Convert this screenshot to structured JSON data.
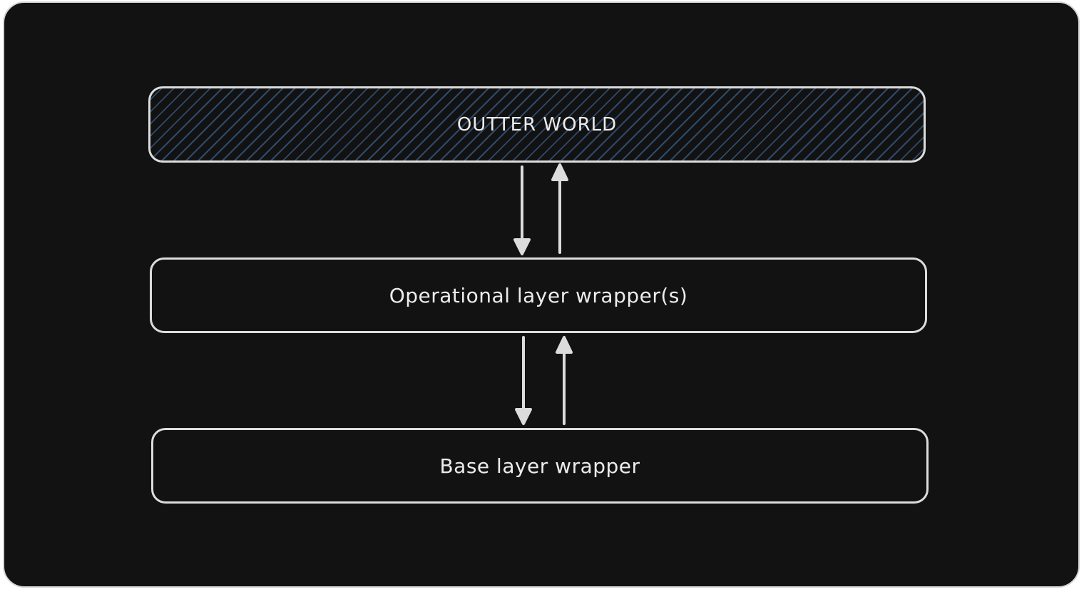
{
  "diagram": {
    "layers": [
      {
        "id": "outer",
        "label": "OUTTER WORLD",
        "hatched": true
      },
      {
        "id": "ops",
        "label": "Operational layer wrapper(s)",
        "hatched": false
      },
      {
        "id": "base",
        "label": "Base layer wrapper",
        "hatched": false
      }
    ],
    "connections": [
      {
        "from": "outer",
        "to": "ops",
        "direction": "down"
      },
      {
        "from": "ops",
        "to": "outer",
        "direction": "up"
      },
      {
        "from": "ops",
        "to": "base",
        "direction": "down"
      },
      {
        "from": "base",
        "to": "ops",
        "direction": "up"
      }
    ]
  },
  "colors": {
    "background": "#121212",
    "stroke": "#dcdcdc",
    "hatch": "#2f4a6a",
    "text": "#ececec"
  }
}
